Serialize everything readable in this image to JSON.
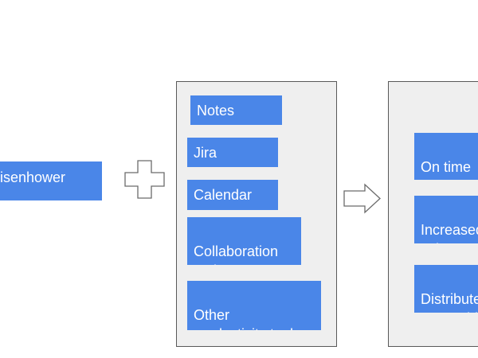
{
  "colors": {
    "box_fill": "#4a86e8",
    "box_text": "#ffffff",
    "panel_fill": "#efefef",
    "panel_border": "#595959",
    "connector_fill": "#ffffff",
    "connector_stroke": "#6b6b6b"
  },
  "input": {
    "label": "Eisenhower"
  },
  "connectors": {
    "plus": "plus-shape",
    "arrow": "right-arrow-shape"
  },
  "tools_panel": {
    "items": [
      {
        "label": "Notes"
      },
      {
        "label": "Jira"
      },
      {
        "label": "Calendar"
      },
      {
        "label": "Collaboration\ntools"
      },
      {
        "label": "Other\nproductivity tools"
      }
    ]
  },
  "outcomes_panel": {
    "items": [
      {
        "label": "On time\nclosure"
      },
      {
        "label": "Increased\nvalue"
      },
      {
        "label": "Distributed\nownership"
      }
    ]
  }
}
